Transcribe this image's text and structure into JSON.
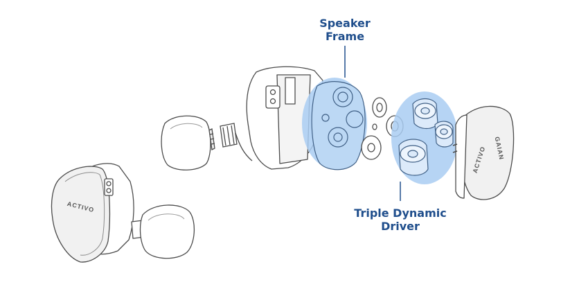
{
  "callouts": {
    "speaker_frame": {
      "line1": "Speaker",
      "line2": "Frame"
    },
    "triple_driver": {
      "line1": "Triple Dynamic",
      "line2": "Driver"
    }
  },
  "brand": {
    "assembled": "ACTIVO",
    "faceplate_a": "ACTIVO",
    "faceplate_b": "GAIAN"
  },
  "colors": {
    "highlight": "#a9cdf2",
    "label": "#1f4e8c",
    "line": "#4a4a4a"
  }
}
